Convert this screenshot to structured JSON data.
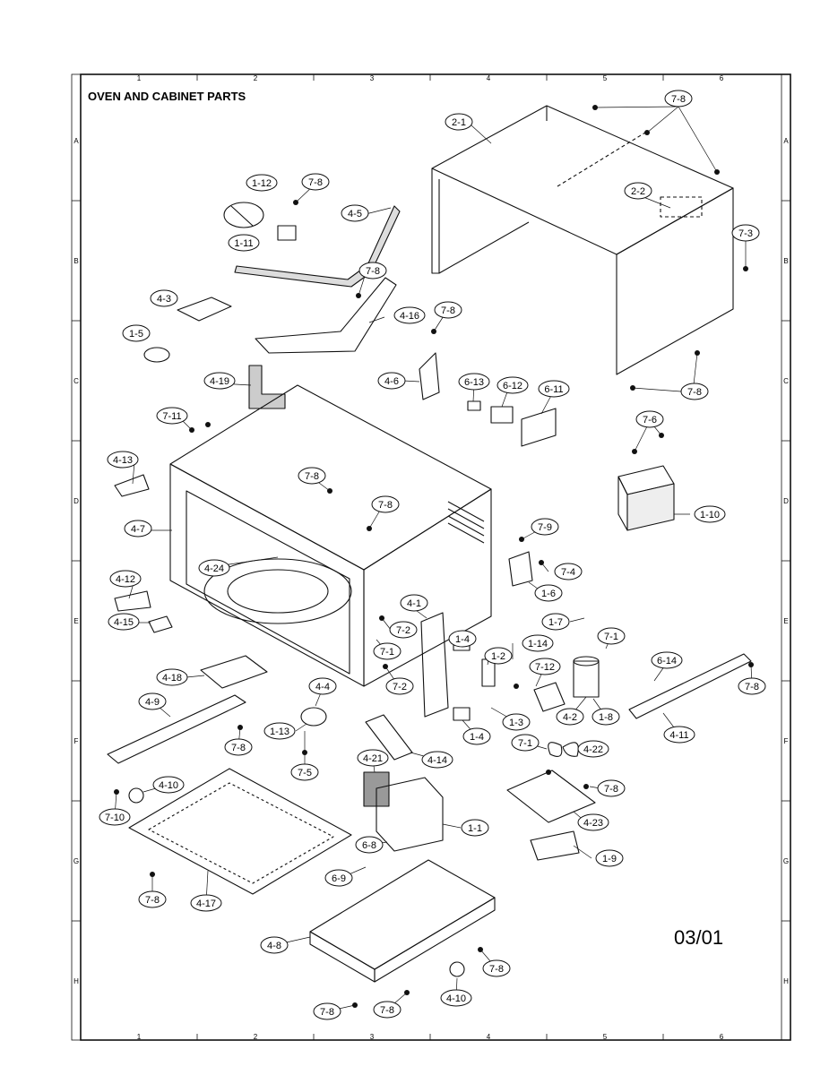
{
  "page": {
    "title": "OVEN AND CABINET PARTS",
    "date_code": "03/01"
  },
  "grid": {
    "columns": [
      "1",
      "2",
      "3",
      "4",
      "5",
      "6"
    ],
    "rows": [
      "A",
      "B",
      "C",
      "D",
      "E",
      "F",
      "G",
      "H"
    ]
  },
  "callouts": [
    {
      "id": "c-7-8-top",
      "label": "7-8"
    },
    {
      "id": "c-2-1",
      "label": "2-1"
    },
    {
      "id": "c-2-2",
      "label": "2-2"
    },
    {
      "id": "c-7-3",
      "label": "7-3"
    },
    {
      "id": "c-7-8-cab",
      "label": "7-8"
    },
    {
      "id": "c-1-12",
      "label": "1-12"
    },
    {
      "id": "c-7-8-a",
      "label": "7-8"
    },
    {
      "id": "c-4-5",
      "label": "4-5"
    },
    {
      "id": "c-1-11",
      "label": "1-11"
    },
    {
      "id": "c-7-8-b",
      "label": "7-8"
    },
    {
      "id": "c-4-3",
      "label": "4-3"
    },
    {
      "id": "c-4-16",
      "label": "4-16"
    },
    {
      "id": "c-7-8-c",
      "label": "7-8"
    },
    {
      "id": "c-1-5",
      "label": "1-5"
    },
    {
      "id": "c-4-19",
      "label": "4-19"
    },
    {
      "id": "c-4-6",
      "label": "4-6"
    },
    {
      "id": "c-6-13",
      "label": "6-13"
    },
    {
      "id": "c-6-12",
      "label": "6-12"
    },
    {
      "id": "c-6-11",
      "label": "6-11"
    },
    {
      "id": "c-7-11",
      "label": "7-11"
    },
    {
      "id": "c-7-6",
      "label": "7-6"
    },
    {
      "id": "c-4-13",
      "label": "4-13"
    },
    {
      "id": "c-7-8-d",
      "label": "7-8"
    },
    {
      "id": "c-7-8-e",
      "label": "7-8"
    },
    {
      "id": "c-4-7",
      "label": "4-7"
    },
    {
      "id": "c-1-10",
      "label": "1-10"
    },
    {
      "id": "c-7-9",
      "label": "7-9"
    },
    {
      "id": "c-4-24",
      "label": "4-24"
    },
    {
      "id": "c-7-4",
      "label": "7-4"
    },
    {
      "id": "c-4-12",
      "label": "4-12"
    },
    {
      "id": "c-1-6",
      "label": "1-6"
    },
    {
      "id": "c-4-1",
      "label": "4-1"
    },
    {
      "id": "c-4-15",
      "label": "4-15"
    },
    {
      "id": "c-7-2-a",
      "label": "7-2"
    },
    {
      "id": "c-1-7",
      "label": "1-7"
    },
    {
      "id": "c-7-1-a",
      "label": "7-1"
    },
    {
      "id": "c-1-4-a",
      "label": "1-4"
    },
    {
      "id": "c-1-14",
      "label": "1-14"
    },
    {
      "id": "c-7-1-b",
      "label": "7-1"
    },
    {
      "id": "c-1-2",
      "label": "1-2"
    },
    {
      "id": "c-7-12",
      "label": "7-12"
    },
    {
      "id": "c-6-14",
      "label": "6-14"
    },
    {
      "id": "c-4-18",
      "label": "4-18"
    },
    {
      "id": "c-7-2-b",
      "label": "7-2"
    },
    {
      "id": "c-7-8-f",
      "label": "7-8"
    },
    {
      "id": "c-4-4",
      "label": "4-4"
    },
    {
      "id": "c-4-9",
      "label": "4-9"
    },
    {
      "id": "c-1-3",
      "label": "1-3"
    },
    {
      "id": "c-4-2",
      "label": "4-2"
    },
    {
      "id": "c-1-8",
      "label": "1-8"
    },
    {
      "id": "c-4-11",
      "label": "4-11"
    },
    {
      "id": "c-1-13",
      "label": "1-13"
    },
    {
      "id": "c-7-8-g",
      "label": "7-8"
    },
    {
      "id": "c-1-4-b",
      "label": "1-4"
    },
    {
      "id": "c-4-14",
      "label": "4-14"
    },
    {
      "id": "c-7-1-c",
      "label": "7-1"
    },
    {
      "id": "c-4-22",
      "label": "4-22"
    },
    {
      "id": "c-7-5",
      "label": "7-5"
    },
    {
      "id": "c-4-21",
      "label": "4-21"
    },
    {
      "id": "c-4-10-a",
      "label": "4-10"
    },
    {
      "id": "c-7-8-h",
      "label": "7-8"
    },
    {
      "id": "c-7-10",
      "label": "7-10"
    },
    {
      "id": "c-1-1",
      "label": "1-1"
    },
    {
      "id": "c-4-23",
      "label": "4-23"
    },
    {
      "id": "c-6-8",
      "label": "6-8"
    },
    {
      "id": "c-1-9",
      "label": "1-9"
    },
    {
      "id": "c-6-9",
      "label": "6-9"
    },
    {
      "id": "c-7-8-i",
      "label": "7-8"
    },
    {
      "id": "c-4-17",
      "label": "4-17"
    },
    {
      "id": "c-4-8",
      "label": "4-8"
    },
    {
      "id": "c-7-8-j",
      "label": "7-8"
    },
    {
      "id": "c-4-10-b",
      "label": "4-10"
    },
    {
      "id": "c-7-8-k",
      "label": "7-8"
    },
    {
      "id": "c-7-8-l",
      "label": "7-8"
    }
  ]
}
